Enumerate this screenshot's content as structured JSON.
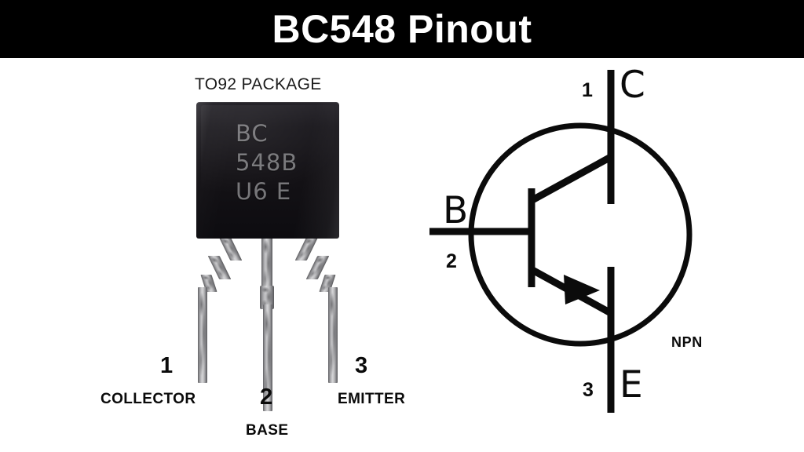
{
  "header": {
    "title": "BC548 Pinout",
    "background_color": "#000000",
    "text_color": "#ffffff"
  },
  "package": {
    "caption": "TO92 PACKAGE",
    "body_markings": [
      "BC",
      "548B",
      "U6 E"
    ],
    "body_color": "#151318",
    "lead_color": "#b4b4b7",
    "pins": [
      {
        "number": "1",
        "name": "COLLECTOR"
      },
      {
        "number": "2",
        "name": "BASE"
      },
      {
        "number": "3",
        "name": "EMITTER"
      }
    ]
  },
  "symbol": {
    "type": "NPN",
    "type_label": "NPN",
    "stroke_color": "#0b0b0b",
    "terminals": [
      {
        "letter": "C",
        "pin": "1",
        "name": "collector"
      },
      {
        "letter": "B",
        "pin": "2",
        "name": "base"
      },
      {
        "letter": "E",
        "pin": "3",
        "name": "emitter"
      }
    ]
  },
  "canvas": {
    "width": "1024",
    "height": "576",
    "background_color": "#ffffff"
  }
}
